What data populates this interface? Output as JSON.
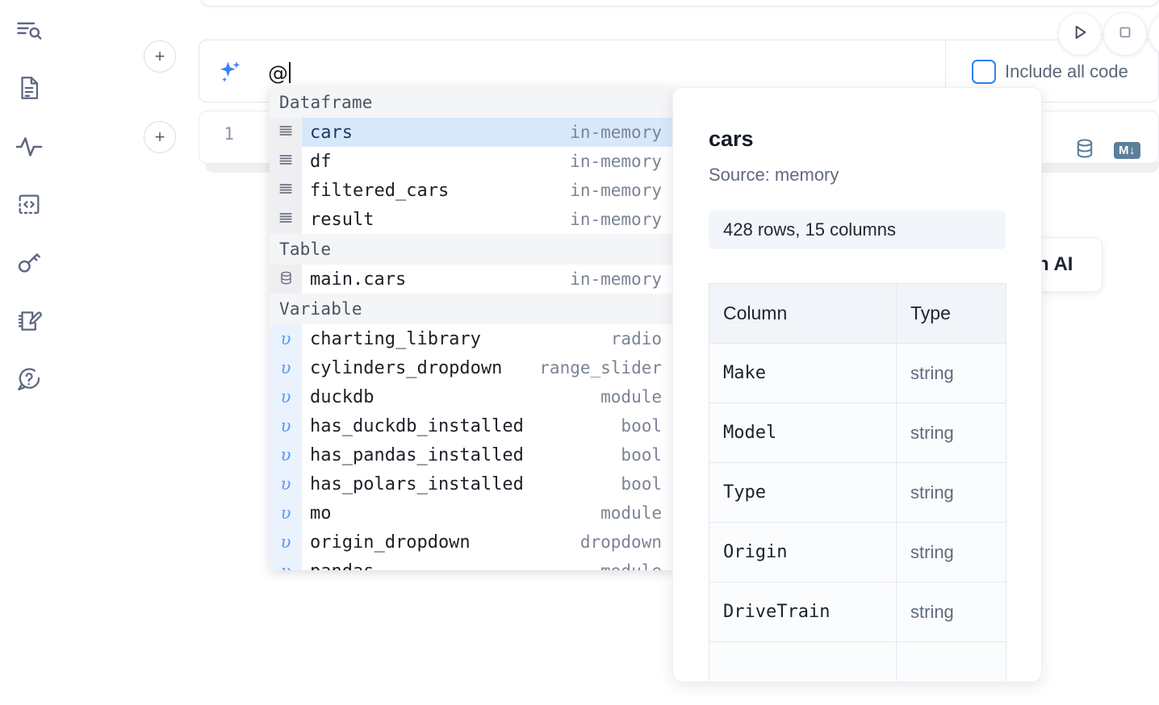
{
  "sidebar": {
    "items": [
      {
        "name": "explore-outline-icon",
        "label": "Outline / search"
      },
      {
        "name": "document-icon",
        "label": "Notebook file"
      },
      {
        "name": "activity-icon",
        "label": "Runtime activity"
      },
      {
        "name": "code-snippet-icon",
        "label": "Snippets"
      },
      {
        "name": "key-icon",
        "label": "Secrets"
      },
      {
        "name": "scratchpad-icon",
        "label": "Scratchpad"
      },
      {
        "name": "help-chat-icon",
        "label": "Help"
      }
    ]
  },
  "prompt": {
    "value": "@",
    "sparkle_icon": "sparkles-icon",
    "include_all_code_label": "Include all code",
    "include_all_code_checked": false,
    "add_cell_label": "+"
  },
  "toolbar": {
    "run_icon": "play-icon",
    "stop_icon": "stop-icon"
  },
  "code_cell": {
    "line_number": "1",
    "database_icon": "database-icon",
    "markdown_badge": "M↓"
  },
  "ai_tooltip": {
    "text": "h AI"
  },
  "autocomplete": {
    "sections": [
      {
        "title": "Dataframe",
        "gutter_kind": "dataframe",
        "icon": "dataframe-icon",
        "items": [
          {
            "name": "cars",
            "type": "in-memory",
            "selected": true
          },
          {
            "name": "df",
            "type": "in-memory",
            "selected": false
          },
          {
            "name": "filtered_cars",
            "type": "in-memory",
            "selected": false
          },
          {
            "name": "result",
            "type": "in-memory",
            "selected": false
          }
        ]
      },
      {
        "title": "Table",
        "gutter_kind": "table",
        "icon": "database-icon",
        "items": [
          {
            "name": "main.cars",
            "type": "in-memory",
            "selected": false
          }
        ]
      },
      {
        "title": "Variable",
        "gutter_kind": "variable",
        "icon": "variable-icon",
        "items": [
          {
            "name": "charting_library",
            "type": "radio",
            "selected": false
          },
          {
            "name": "cylinders_dropdown",
            "type": "range_slider",
            "selected": false
          },
          {
            "name": "duckdb",
            "type": "module",
            "selected": false
          },
          {
            "name": "has_duckdb_installed",
            "type": "bool",
            "selected": false
          },
          {
            "name": "has_pandas_installed",
            "type": "bool",
            "selected": false
          },
          {
            "name": "has_polars_installed",
            "type": "bool",
            "selected": false
          },
          {
            "name": "mo",
            "type": "module",
            "selected": false
          },
          {
            "name": "origin_dropdown",
            "type": "dropdown",
            "selected": false
          }
        ]
      }
    ]
  },
  "detail": {
    "title": "cars",
    "source": "Source: memory",
    "stats": "428 rows, 15 columns",
    "columns_header": [
      "Column",
      "Type"
    ],
    "rows": [
      {
        "column": "Make",
        "type": "string"
      },
      {
        "column": "Model",
        "type": "string"
      },
      {
        "column": "Type",
        "type": "string"
      },
      {
        "column": "Origin",
        "type": "string"
      },
      {
        "column": "DriveTrain",
        "type": "string"
      }
    ]
  },
  "colors": {
    "accent_blue": "#3b82f6",
    "selection_blue": "#d8e8fb",
    "gutter_gray": "#efeff1",
    "gutter_variable": "#eaf2fd",
    "section_gray": "#f4f5f7",
    "icon_slate": "#5c6780",
    "md_badge": "#5b7e9b"
  }
}
